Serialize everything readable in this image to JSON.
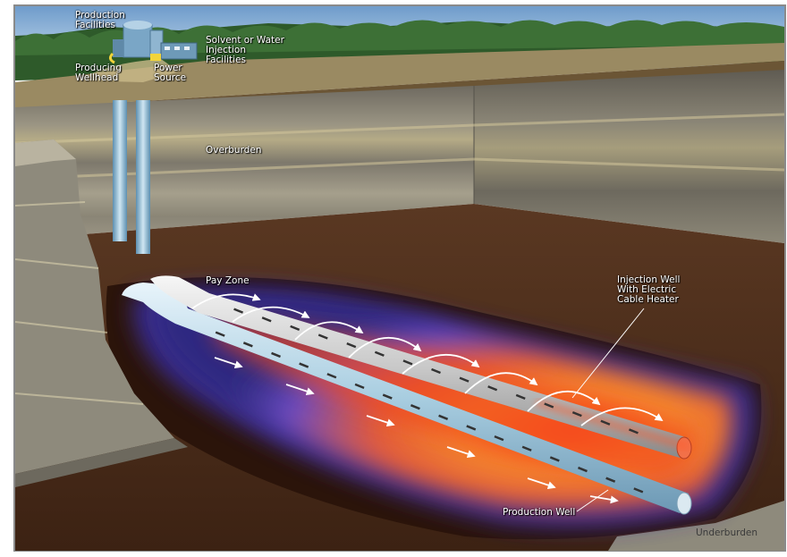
{
  "labels": {
    "production_facilities": "Production\nFacilities",
    "solvent_or_water": "Solvent or Water\nInjection\nFacilities",
    "producing_wellhead": "Producing\nWellhead",
    "power_source": "Power\nSource",
    "overburden": "Overburden",
    "pay_zone": "Pay Zone",
    "injection_well": "Injection Well\nWith Electric\nCable Heater",
    "production_well": "Production Well",
    "underburden": "Underburden"
  },
  "colors": {
    "sky": "#8fb5d8",
    "forest": "#2e5a2a",
    "surface_soil": "#8c7c5a",
    "overburden_rock": "#8e8a7c",
    "earth": "#4a2a17",
    "cavity": "#2b140a",
    "heat_core": "#f2421a",
    "heat_mid": "#f7a53a",
    "heat_edge": "#4a4cc8",
    "pipe": "#a8cde0"
  }
}
